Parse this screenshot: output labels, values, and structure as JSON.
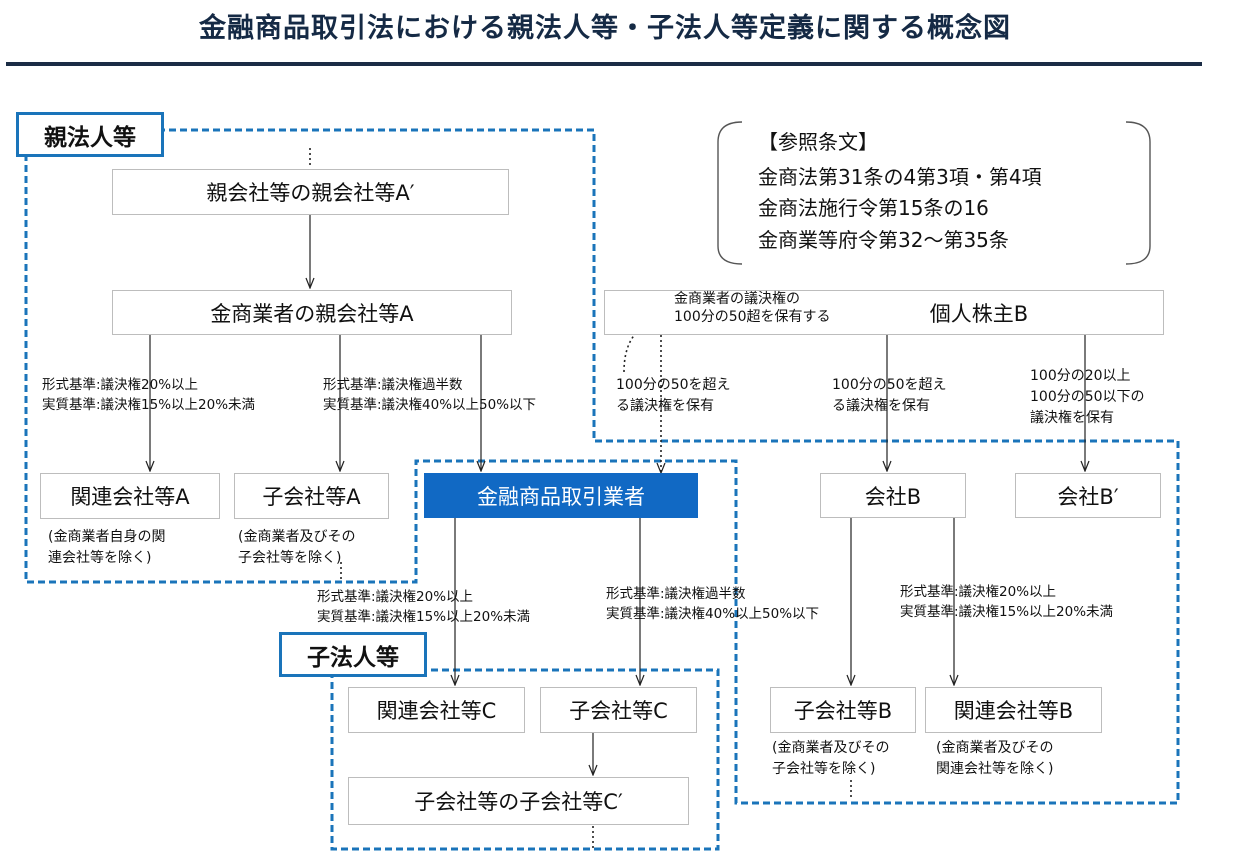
{
  "title": "金融商品取引法における親法人等・子法人等定義に関する概念図",
  "labels": {
    "parent": "親法人等",
    "child": "子法人等"
  },
  "reference": {
    "heading": "【参照条文】",
    "lines": [
      "金商法第31条の4第3項・第4項",
      "金商法施行令第15条の16",
      "金商業等府令第32〜第35条"
    ]
  },
  "nodes": {
    "grandparent": "親会社等の親会社等A′",
    "parent_a": "金商業者の親会社等A",
    "affiliate_a": "関連会社等A",
    "subsidiary_a": "子会社等A",
    "dealer": "金融商品取引業者",
    "shareholder_b": "個人株主B",
    "company_b": "会社B",
    "company_b2": "会社B′",
    "affiliate_c": "関連会社等C",
    "subsidiary_c": "子会社等C",
    "sub_sub_c": "子会社等の子会社等C′",
    "subsidiary_b": "子会社等B",
    "affiliate_b": "関連会社等B"
  },
  "notes": {
    "affiliate_a": [
      "(金商業者自身の関",
      "連会社等を除く)"
    ],
    "subsidiary_a": [
      "(金商業者及びその",
      "子会社等を除く)"
    ],
    "subsidiary_b": [
      "(金商業者及びその",
      "子会社等を除く)"
    ],
    "affiliate_b": [
      "(金商業者及びその",
      "関連会社等を除く)"
    ]
  },
  "criteria": {
    "affiliate": [
      "形式基準:議決権20%以上",
      "実質基準:議決権15%以上20%未満"
    ],
    "subsidiary": [
      "形式基準:議決権過半数",
      "実質基準:議決権40%以上50%以下"
    ]
  },
  "shareholder_notes": {
    "dealer_hold": [
      "金商業者の議決権の",
      "100分の50超を保有する"
    ],
    "over50_left": [
      "100分の50を超え",
      "る議決権を保有"
    ],
    "over50_right": [
      "100分の50を超え",
      "る議決権を保有"
    ],
    "range_20_50": [
      "100分の20以上",
      "100分の50以下の",
      "議決権を保有"
    ]
  }
}
